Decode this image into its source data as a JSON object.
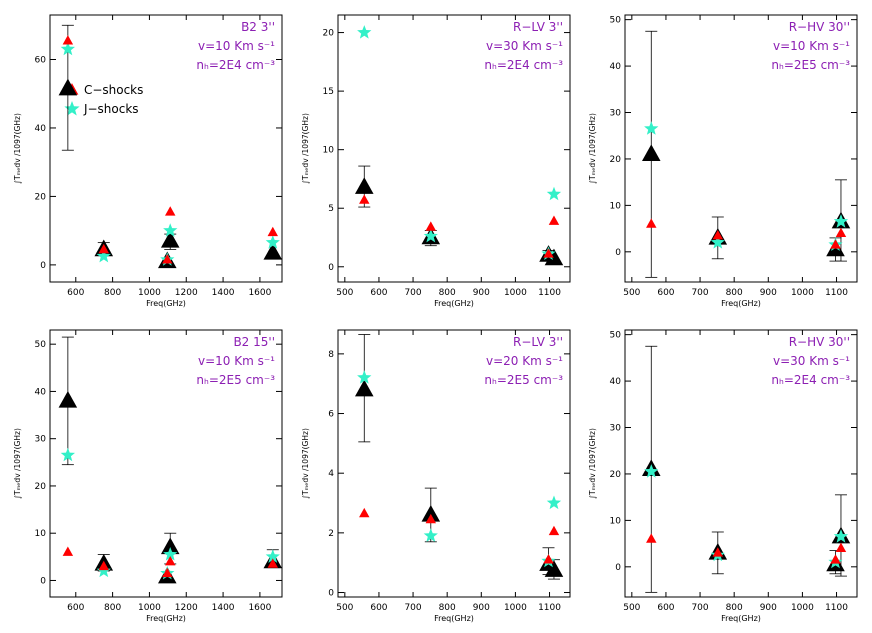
{
  "legend": {
    "c_label": "C−shocks",
    "j_label": "J−shocks"
  },
  "colors": {
    "c_shocks": "#ff0000",
    "j_shocks": "#33f0c8",
    "observed": "#000000",
    "label_text": "#8c1fb3",
    "axes": "#000000"
  },
  "chart_data": [
    {
      "type": "scatter",
      "annotation": [
        "B2 3''",
        "v=10 Km s⁻¹",
        "nₕ=2E4 cm⁻³"
      ],
      "xlabel": "Freq(GHz)",
      "ylabel": "∫Tₘₑdv /1097(GHz)",
      "xlim": [
        460,
        1720
      ],
      "ylim": [
        -5,
        73
      ],
      "xticks": [
        600,
        800,
        1000,
        1200,
        1400,
        1600
      ],
      "yticks": [
        0,
        20,
        40,
        60
      ],
      "observed": [
        {
          "x": 557,
          "y": 51.5,
          "err": [
            33.5,
            70
          ]
        },
        {
          "x": 752,
          "y": 4.5,
          "err": [
            3,
            6.5
          ]
        },
        {
          "x": 1097,
          "y": 1,
          "err": null
        },
        {
          "x": 1113,
          "y": 7,
          "err": [
            4.5,
            9
          ]
        },
        {
          "x": 1670,
          "y": 3.5,
          "err": null
        }
      ],
      "c_shocks": [
        {
          "x": 557,
          "y": 65.5
        },
        {
          "x": 752,
          "y": 4.5
        },
        {
          "x": 1097,
          "y": 1.5
        },
        {
          "x": 1113,
          "y": 15.5
        },
        {
          "x": 1670,
          "y": 9.5
        }
      ],
      "j_shocks": [
        {
          "x": 557,
          "y": 63
        },
        {
          "x": 752,
          "y": 2.5
        },
        {
          "x": 1097,
          "y": 1.5
        },
        {
          "x": 1113,
          "y": 10
        },
        {
          "x": 1670,
          "y": 6.5
        }
      ],
      "legend_shown": true
    },
    {
      "type": "scatter",
      "annotation": [
        "R−LV 3''",
        "v=30 Km s⁻¹",
        "nₕ=2E4 cm⁻³"
      ],
      "xlabel": "Freq(GHz)",
      "ylabel": "∫Tₘₑdv /1097(GHz)",
      "xlim": [
        480,
        1160
      ],
      "ylim": [
        -1.3,
        21.5
      ],
      "xticks": [
        500,
        600,
        700,
        800,
        900,
        1000,
        1100
      ],
      "yticks": [
        0,
        5,
        10,
        15,
        20
      ],
      "observed": [
        {
          "x": 557,
          "y": 6.8,
          "err": [
            5.1,
            8.6
          ]
        },
        {
          "x": 752,
          "y": 2.5,
          "err": [
            1.8,
            3.1
          ]
        },
        {
          "x": 1097,
          "y": 1,
          "err": [
            0.6,
            1.4
          ]
        },
        {
          "x": 1113,
          "y": 0.7,
          "err": null
        }
      ],
      "c_shocks": [
        {
          "x": 557,
          "y": 5.7
        },
        {
          "x": 752,
          "y": 3.4
        },
        {
          "x": 1097,
          "y": 1.1
        },
        {
          "x": 1113,
          "y": 3.9
        }
      ],
      "j_shocks": [
        {
          "x": 557,
          "y": 20
        },
        {
          "x": 752,
          "y": 2.6
        },
        {
          "x": 1097,
          "y": 1.1
        },
        {
          "x": 1113,
          "y": 6.2
        }
      ],
      "legend_shown": false
    },
    {
      "type": "scatter",
      "annotation": [
        "R−HV 30''",
        "v=10 Km s⁻¹",
        "nₕ=2E5 cm⁻³"
      ],
      "xlabel": "Freq(GHz)",
      "ylabel": "∫Tₘₑdv /1097(GHz)",
      "xlim": [
        480,
        1160
      ],
      "ylim": [
        -6.5,
        51
      ],
      "xticks": [
        500,
        600,
        700,
        800,
        900,
        1000,
        1100
      ],
      "yticks": [
        0,
        10,
        20,
        30,
        40,
        50
      ],
      "observed": [
        {
          "x": 557,
          "y": 21,
          "err": [
            -5.5,
            47.5
          ]
        },
        {
          "x": 752,
          "y": 3,
          "err": [
            -1.5,
            7.5
          ]
        },
        {
          "x": 1097,
          "y": 0.5,
          "err": [
            -2,
            3
          ]
        },
        {
          "x": 1113,
          "y": 6.5,
          "err": [
            -2,
            15.5
          ]
        }
      ],
      "c_shocks": [
        {
          "x": 557,
          "y": 6
        },
        {
          "x": 752,
          "y": 3.5
        },
        {
          "x": 1097,
          "y": 1.5
        },
        {
          "x": 1113,
          "y": 4
        }
      ],
      "j_shocks": [
        {
          "x": 557,
          "y": 26.5
        },
        {
          "x": 752,
          "y": 2
        },
        {
          "x": 1097,
          "y": 1.5
        },
        {
          "x": 1113,
          "y": 6.5
        }
      ],
      "legend_shown": false
    },
    {
      "type": "scatter",
      "annotation": [
        "B2 15''",
        "v=10 Km s⁻¹",
        "nₕ=2E5 cm⁻³"
      ],
      "xlabel": "Freq(GHz)",
      "ylabel": "∫Tₘₑdv /1097(GHz)",
      "xlim": [
        460,
        1720
      ],
      "ylim": [
        -3.5,
        53
      ],
      "xticks": [
        600,
        800,
        1000,
        1200,
        1400,
        1600
      ],
      "yticks": [
        0,
        10,
        20,
        30,
        40,
        50
      ],
      "observed": [
        {
          "x": 557,
          "y": 38,
          "err": [
            24.5,
            51.5
          ]
        },
        {
          "x": 752,
          "y": 3.5,
          "err": [
            2,
            5.5
          ]
        },
        {
          "x": 1097,
          "y": 0.8,
          "err": null
        },
        {
          "x": 1113,
          "y": 7,
          "err": [
            3.5,
            10
          ]
        },
        {
          "x": 1670,
          "y": 4,
          "err": [
            3,
            6.5
          ]
        }
      ],
      "c_shocks": [
        {
          "x": 557,
          "y": 6
        },
        {
          "x": 752,
          "y": 3
        },
        {
          "x": 1097,
          "y": 1.5
        },
        {
          "x": 1113,
          "y": 4
        },
        {
          "x": 1670,
          "y": 3.5
        }
      ],
      "j_shocks": [
        {
          "x": 557,
          "y": 26.5
        },
        {
          "x": 752,
          "y": 2
        },
        {
          "x": 1097,
          "y": 1.5
        },
        {
          "x": 1113,
          "y": 5.5
        },
        {
          "x": 1670,
          "y": 5
        }
      ],
      "legend_shown": false
    },
    {
      "type": "scatter",
      "annotation": [
        "R−LV 3''",
        "v=20 Km s⁻¹",
        "nₕ=2E5 cm⁻³"
      ],
      "xlabel": "Freq(GHz)",
      "ylabel": "∫Tₘₑdv /1097(GHz)",
      "xlim": [
        480,
        1160
      ],
      "ylim": [
        -0.15,
        8.8
      ],
      "xticks": [
        500,
        600,
        700,
        800,
        900,
        1000,
        1100
      ],
      "yticks": [
        0,
        2,
        4,
        6,
        8
      ],
      "observed": [
        {
          "x": 557,
          "y": 6.8,
          "err": [
            5.05,
            8.65
          ]
        },
        {
          "x": 752,
          "y": 2.6,
          "err": [
            1.7,
            3.5
          ]
        },
        {
          "x": 1097,
          "y": 0.95,
          "err": [
            0.6,
            1.5
          ]
        },
        {
          "x": 1113,
          "y": 0.75,
          "err": [
            0.45,
            1.1
          ]
        }
      ],
      "c_shocks": [
        {
          "x": 557,
          "y": 2.65
        },
        {
          "x": 752,
          "y": 2.45
        },
        {
          "x": 1097,
          "y": 1.1
        },
        {
          "x": 1113,
          "y": 2.05
        }
      ],
      "j_shocks": [
        {
          "x": 557,
          "y": 7.2
        },
        {
          "x": 752,
          "y": 1.9
        },
        {
          "x": 1097,
          "y": 1.05
        },
        {
          "x": 1113,
          "y": 3
        }
      ],
      "legend_shown": false
    },
    {
      "type": "scatter",
      "annotation": [
        "R−HV 30''",
        "v=30 Km s⁻¹",
        "nₕ=2E4 cm⁻³"
      ],
      "xlabel": "Freq(GHz)",
      "ylabel": "∫Tₘₑdv /1097(GHz)",
      "xlim": [
        480,
        1160
      ],
      "ylim": [
        -6.5,
        51
      ],
      "xticks": [
        500,
        600,
        700,
        800,
        900,
        1000,
        1100
      ],
      "yticks": [
        0,
        10,
        20,
        30,
        40,
        50
      ],
      "observed": [
        {
          "x": 557,
          "y": 21,
          "err": [
            -5.5,
            47.5
          ]
        },
        {
          "x": 752,
          "y": 3,
          "err": [
            -1.5,
            7.5
          ]
        },
        {
          "x": 1097,
          "y": 0.5,
          "err": [
            -1.5,
            3.5
          ]
        },
        {
          "x": 1113,
          "y": 6.5,
          "err": [
            -2,
            15.5
          ]
        }
      ],
      "c_shocks": [
        {
          "x": 557,
          "y": 6
        },
        {
          "x": 752,
          "y": 3
        },
        {
          "x": 1097,
          "y": 1.5
        },
        {
          "x": 1113,
          "y": 4
        }
      ],
      "j_shocks": [
        {
          "x": 557,
          "y": 20.5
        },
        {
          "x": 752,
          "y": 2.5
        },
        {
          "x": 1097,
          "y": 1
        },
        {
          "x": 1113,
          "y": 6.5
        }
      ],
      "legend_shown": false
    }
  ]
}
